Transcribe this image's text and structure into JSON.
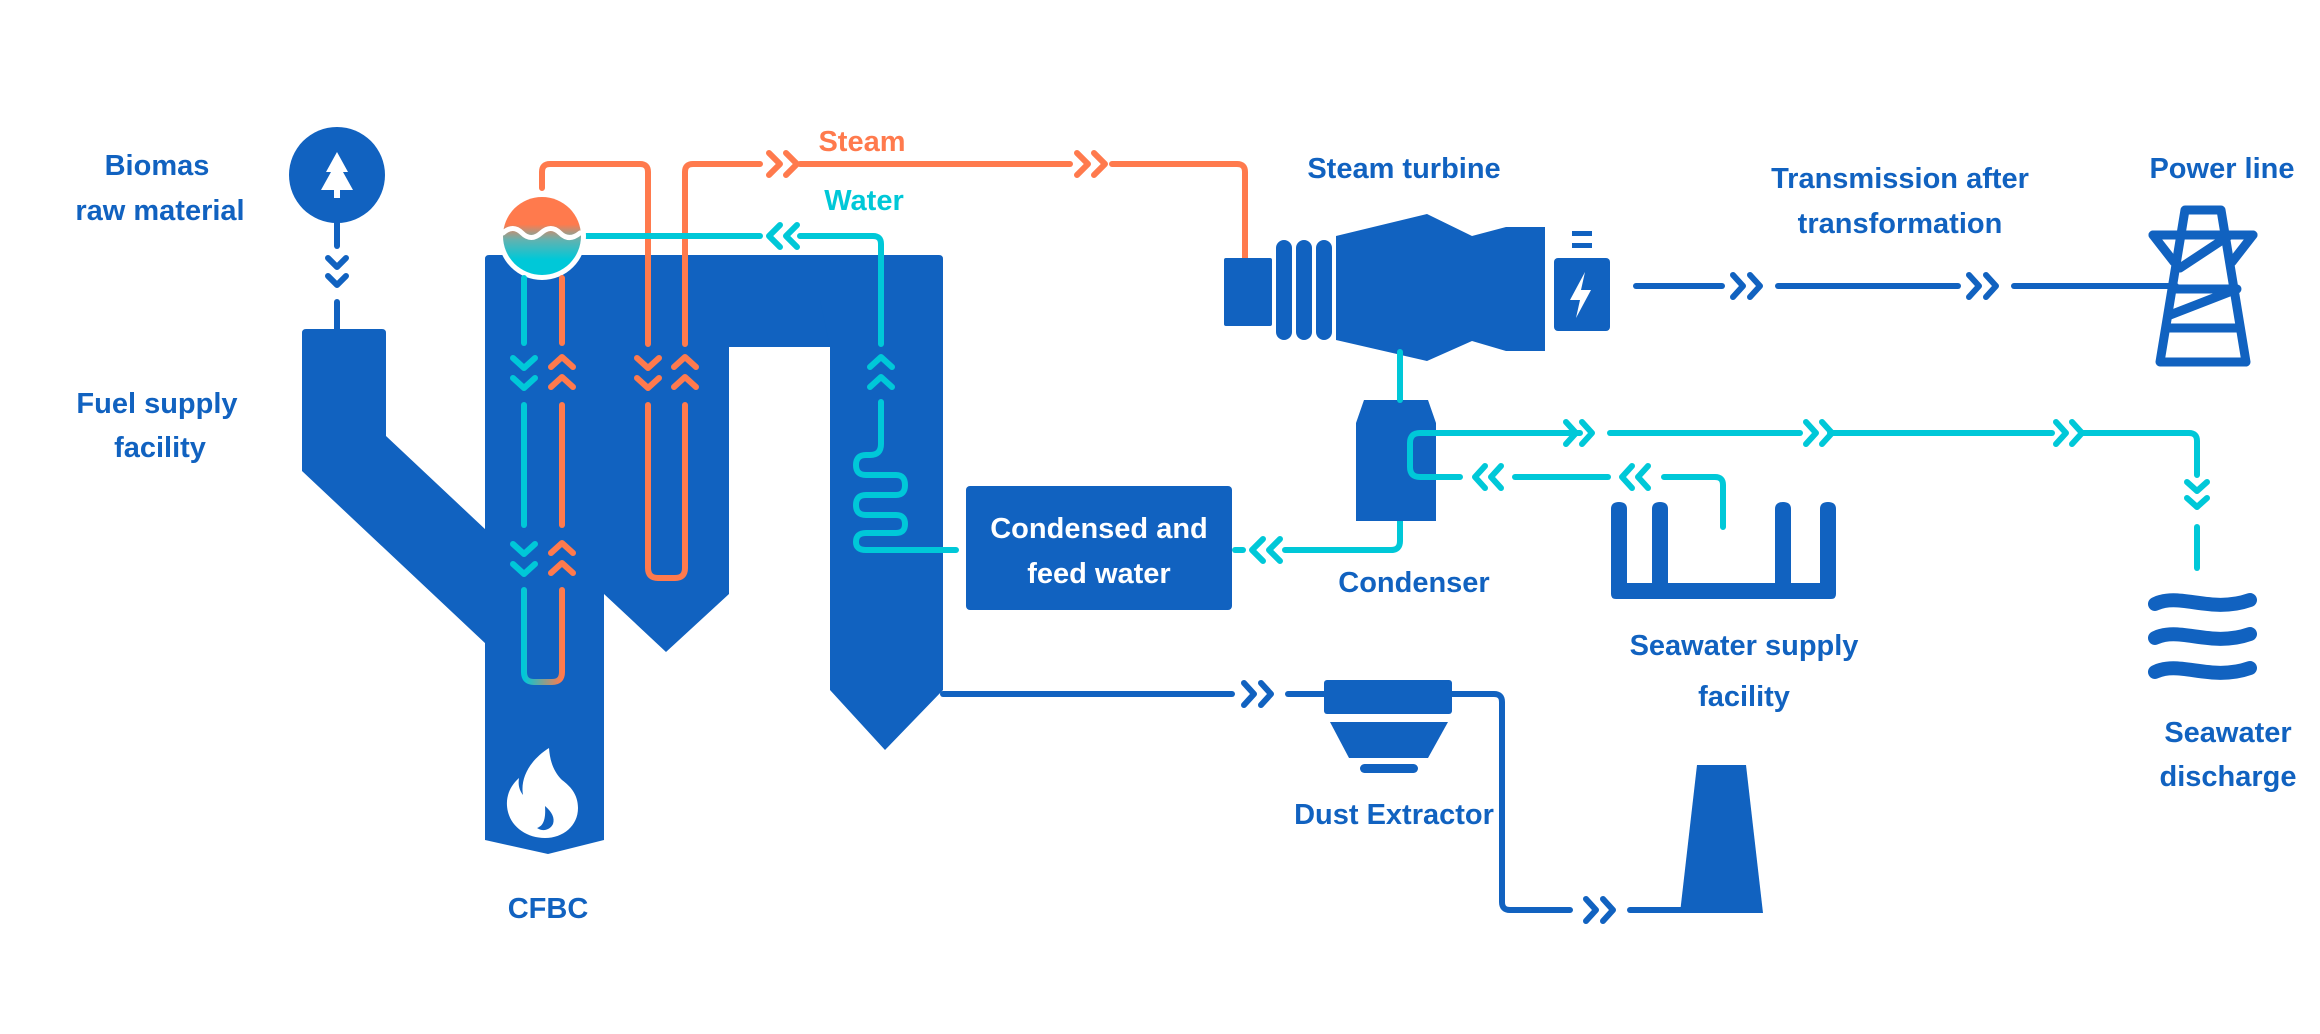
{
  "title": "Biomass CFBC power plant process flow",
  "colors": {
    "equipment": "#1162C0",
    "steam": "#FF7A4D",
    "water": "#00C8D8",
    "background": "#FFFFFF"
  },
  "labels": {
    "biomass_line1": "Biomas",
    "biomass_line2": "raw material",
    "fuel_line1": "Fuel supply",
    "fuel_line2": "facility",
    "cfbc": "CFBC",
    "steam": "Steam",
    "water": "Water",
    "steam_turbine": "Steam turbine",
    "transmission_line1": "Transmission after",
    "transmission_line2": "transformation",
    "power_line": "Power line",
    "condensed_line1": "Condensed and",
    "condensed_line2": "feed water",
    "condenser": "Condenser",
    "seawater_supply_line1": "Seawater supply",
    "seawater_supply_line2": "facility",
    "seawater_discharge_line1": "Seawater",
    "seawater_discharge_line2": "discharge",
    "dust_extractor": "Dust Extractor"
  },
  "nodes": [
    {
      "id": "biomass",
      "label": "Biomas raw material",
      "icon": "tree-icon"
    },
    {
      "id": "fuel_supply",
      "label": "Fuel supply facility"
    },
    {
      "id": "cfbc",
      "label": "CFBC",
      "icon": "flame-icon"
    },
    {
      "id": "steam_drum",
      "icon": "drum-icon"
    },
    {
      "id": "steam_turbine",
      "label": "Steam turbine"
    },
    {
      "id": "generator",
      "icon": "battery-bolt-icon"
    },
    {
      "id": "transmission",
      "label": "Transmission after transformation"
    },
    {
      "id": "power_line",
      "label": "Power line",
      "icon": "transmission-tower-icon"
    },
    {
      "id": "condenser",
      "label": "Condenser"
    },
    {
      "id": "condensed_feed_water",
      "label": "Condensed and feed water"
    },
    {
      "id": "seawater_supply",
      "label": "Seawater supply facility"
    },
    {
      "id": "seawater_discharge",
      "label": "Seawater discharge",
      "icon": "waves-icon"
    },
    {
      "id": "dust_extractor",
      "label": "Dust Extractor"
    },
    {
      "id": "chimney",
      "icon": "chimney-icon"
    }
  ],
  "flows": [
    {
      "from": "biomass",
      "to": "fuel_supply",
      "medium": "fuel"
    },
    {
      "from": "fuel_supply",
      "to": "cfbc",
      "medium": "fuel"
    },
    {
      "from": "steam_drum",
      "to": "steam_turbine",
      "medium": "steam"
    },
    {
      "from": "steam_turbine",
      "to": "condenser",
      "medium": "water"
    },
    {
      "from": "condenser",
      "to": "condensed_feed_water",
      "medium": "water"
    },
    {
      "from": "condensed_feed_water",
      "to": "steam_drum",
      "medium": "water"
    },
    {
      "from": "generator",
      "to": "power_line",
      "medium": "electricity"
    },
    {
      "from": "seawater_supply",
      "to": "condenser",
      "medium": "seawater"
    },
    {
      "from": "condenser",
      "to": "seawater_discharge",
      "medium": "seawater"
    },
    {
      "from": "cfbc",
      "to": "dust_extractor",
      "medium": "flue gas"
    },
    {
      "from": "dust_extractor",
      "to": "chimney",
      "medium": "flue gas"
    }
  ]
}
